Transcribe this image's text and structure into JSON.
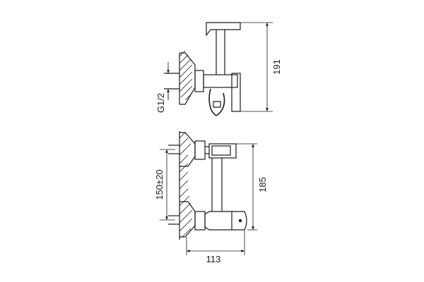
{
  "diagram": {
    "dimensions": {
      "height_top": "191",
      "thread": "G1/2",
      "center_distance": "150±20",
      "height_bottom": "185",
      "projection": "113"
    }
  }
}
